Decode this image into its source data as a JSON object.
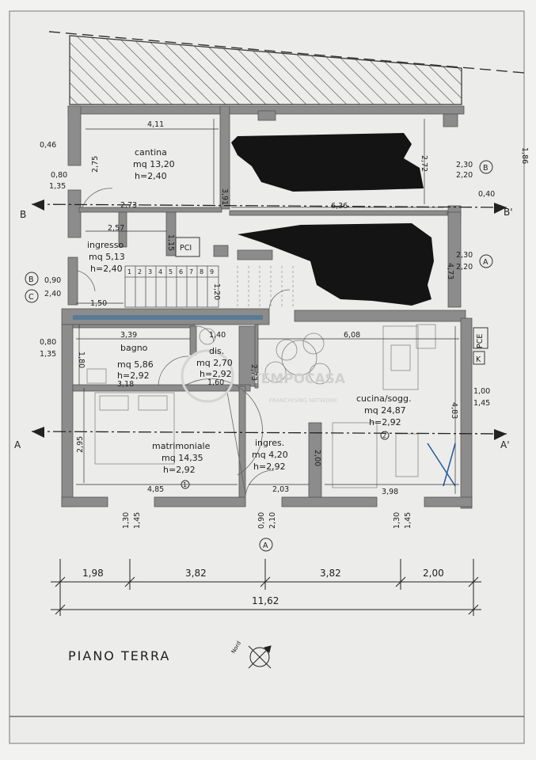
{
  "title": "PIANO TERRA",
  "north_label": "Nord",
  "watermark": {
    "brand": "TEMPOCASA",
    "tagline": "FRANCHISING NETWORK"
  },
  "rooms": {
    "cantina": {
      "name": "cantina",
      "area": "mq 13,20",
      "height": "h=2,40"
    },
    "ingresso": {
      "name": "ingresso",
      "area": "mq 5,13",
      "height": "h=2,40"
    },
    "pci": "PCI",
    "bagno": {
      "name": "bagno",
      "area": "mq 5,86",
      "height": "h=2,92"
    },
    "dis": {
      "name": "dis.",
      "area": "mq 2,70",
      "height": "h=2,92"
    },
    "cucina": {
      "name": "cucina/sogg.",
      "area": "mq 24,87",
      "height": "h=2,92",
      "num": "2"
    },
    "matrimoniale": {
      "name": "matrimoniale",
      "area": "mq 14,35",
      "height": "h=2,92",
      "num": "1"
    },
    "ingres": {
      "name": "ingres.",
      "area": "mq 4,20",
      "height": "h=2,92"
    },
    "pce": "PCE",
    "k": "K"
  },
  "stair_steps": [
    "1",
    "2",
    "3",
    "4",
    "5",
    "6",
    "7",
    "8",
    "9"
  ],
  "section_marks": {
    "a": "A",
    "a_prime": "A'",
    "b": "B",
    "b_prime": "B'",
    "b_circle": "B",
    "c_circle": "C",
    "a_circle": "A"
  },
  "dims": {
    "d411": "4,11",
    "d046": "0,46",
    "d080_135_top": [
      "0,80",
      "1,35"
    ],
    "d275": "2,75",
    "d391": "3,91",
    "d272": "2,72",
    "d186": "1,86",
    "d230_220_top": [
      "2,30",
      "2,20"
    ],
    "d040": "0,40",
    "d273_top": "2,73",
    "d636": "6,36",
    "d257": "2,57",
    "d115": "1,15",
    "d230_220_mid": [
      "2,30",
      "2,20"
    ],
    "d473": "4,73",
    "d090_240": [
      "0,90",
      "2,40"
    ],
    "d120": "1,20",
    "d150": "1,50",
    "d339": "3,39",
    "d140": "1,40",
    "d608": "6,08",
    "d080_135_mid": [
      "0,80",
      "1,35"
    ],
    "d180": "1,80",
    "d318": "3,18",
    "d160": "1,60",
    "d273_mid": "2,73",
    "d100_145": [
      "1,00",
      "1,45"
    ],
    "d483": "4,83",
    "d295": "2,95",
    "d200": "2,00",
    "d485": "4,85",
    "d203": "2,03",
    "d398": "3,98",
    "d130_145_l": [
      "1,30",
      "1,45"
    ],
    "d090_210": [
      "0,90",
      "2,10"
    ],
    "d130_145_r": [
      "1,30",
      "1,45"
    ]
  },
  "bottom_dims": [
    "1,98",
    "3,82",
    "3,82",
    "2,00"
  ],
  "total_dim": "11,62"
}
